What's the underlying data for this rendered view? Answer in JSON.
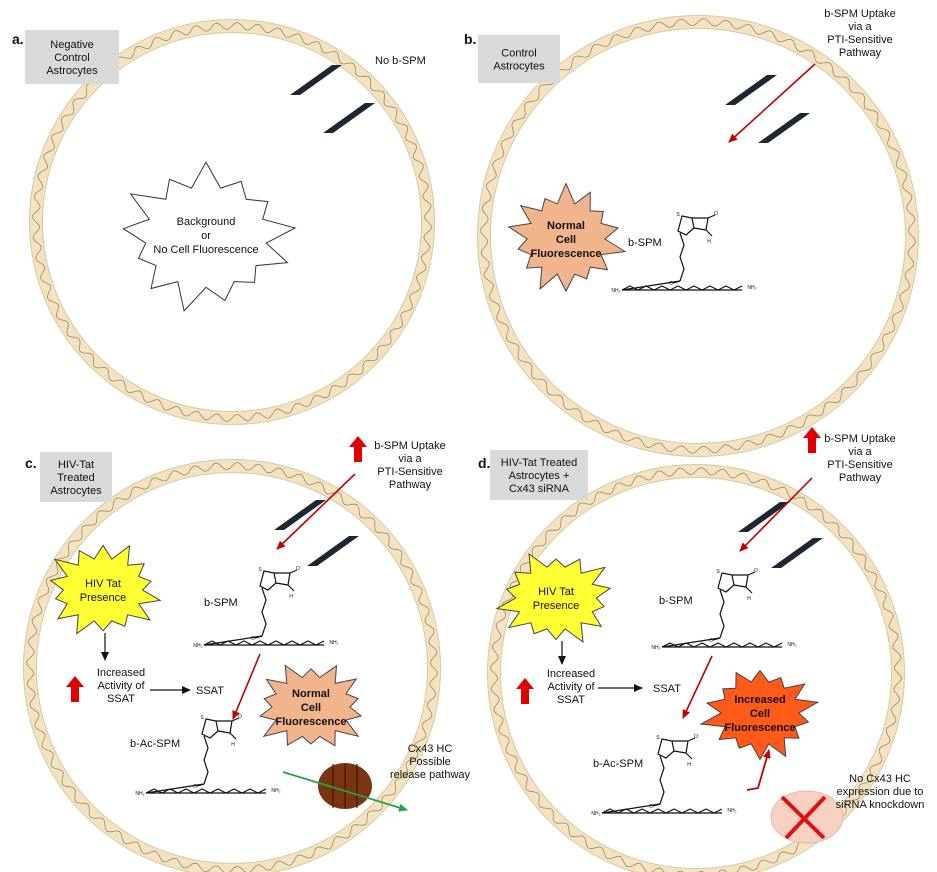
{
  "panels": {
    "a": {
      "letter": "a.",
      "condition": [
        "Negative",
        "Control",
        "Astrocytes"
      ],
      "note": "No b-SPM",
      "burst": [
        "Background",
        "or",
        "No Cell Fluorescence"
      ]
    },
    "b": {
      "letter": "b.",
      "condition": [
        "Control",
        "Astrocytes"
      ],
      "uptake": [
        "b-SPM Uptake",
        "via a",
        "PTI-Sensitive",
        "Pathway"
      ],
      "burst": [
        "Normal",
        "Cell",
        "Fluorescence"
      ],
      "compound": "b-SPM"
    },
    "c": {
      "letter": "c.",
      "condition": [
        "HIV-Tat",
        "Treated",
        "Astrocytes"
      ],
      "uptake": [
        "b-SPM Uptake",
        "via a",
        "PTI-Sensitive",
        "Pathway"
      ],
      "tat": [
        "HIV Tat",
        "Presence"
      ],
      "activity": [
        "Increased",
        "Activity of",
        "SSAT"
      ],
      "enzyme": "SSAT",
      "compound": "b-SPM",
      "product": "b-Ac-SPM",
      "burst": [
        "Normal",
        "Cell",
        "Fluorescence"
      ],
      "channel": [
        "Cx43 HC",
        "Possible",
        "release pathway"
      ]
    },
    "d": {
      "letter": "d.",
      "condition": [
        "HIV-Tat Treated",
        "Astrocytes +",
        "Cx43 siRNA"
      ],
      "uptake": [
        "b-SPM Uptake",
        "via a",
        "PTI-Sensitive",
        "Pathway"
      ],
      "tat": [
        "HIV Tat",
        "Presence"
      ],
      "activity": [
        "Increased",
        "Activity of",
        "SSAT"
      ],
      "enzyme": "SSAT",
      "compound": "b-SPM",
      "product": "b-Ac-SPM",
      "burst": [
        "Increased",
        "Cell",
        "Fluorescence"
      ],
      "channel": [
        "No Cx43 HC",
        "expression due to",
        "siRNA knockdown"
      ]
    }
  },
  "chem": {
    "amine": "NH₂",
    "nh": "H",
    "o": "O",
    "s": "S",
    "n": "N"
  },
  "colors": {
    "membrane": "#f3e3c0",
    "membrane_edge": "#d8c9a4",
    "wave": "#9c8a6c",
    "label_box": "#d9d9d9",
    "channel": "#1f2633",
    "uptake_arrow": "#c00000",
    "up_arrow": "#e00000",
    "normal_burst": "#f2b48c",
    "increased_burst": "#ff5a1a",
    "tat_burst": "#ffff33",
    "hemichannel": "#7a3410",
    "release_arrow": "#2a9e52",
    "x_mark": "#e01010",
    "knockdown_fill": "#f7d2c2"
  }
}
